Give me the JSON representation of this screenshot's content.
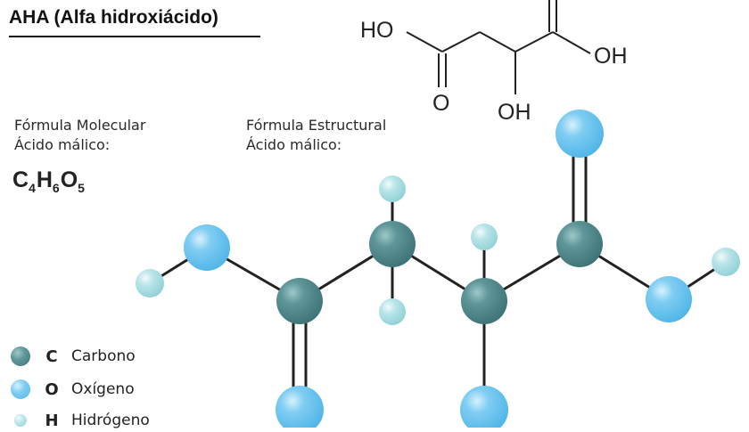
{
  "title": "AHA (Alfa hidroxiácido)",
  "molecular_label": {
    "line1": "Fórmula Molecular",
    "line2": "Ácido málico:"
  },
  "structural_label": {
    "line1": "Fórmula Estructural",
    "line2": "Ácido málico:"
  },
  "formula": {
    "c": "C",
    "c_n": "4",
    "h": "H",
    "h_n": "6",
    "o": "O",
    "o_n": "5"
  },
  "skeletal": {
    "ho_left": "HO",
    "oh_right": "OH",
    "oh_bottom": "OH",
    "o_bottom": "O"
  },
  "legend": [
    {
      "symbol": "C",
      "name": "Carbono",
      "color": "#4e8589"
    },
    {
      "symbol": "O",
      "name": "Oxígeno",
      "color": "#6cc5ef"
    },
    {
      "symbol": "H",
      "name": "Hidrógeno",
      "color": "#aadfe3"
    }
  ],
  "atom_colors": {
    "carbon": "#4e8589",
    "oxygen": "#6cc5ef",
    "hydrogen": "#aadfe3"
  }
}
